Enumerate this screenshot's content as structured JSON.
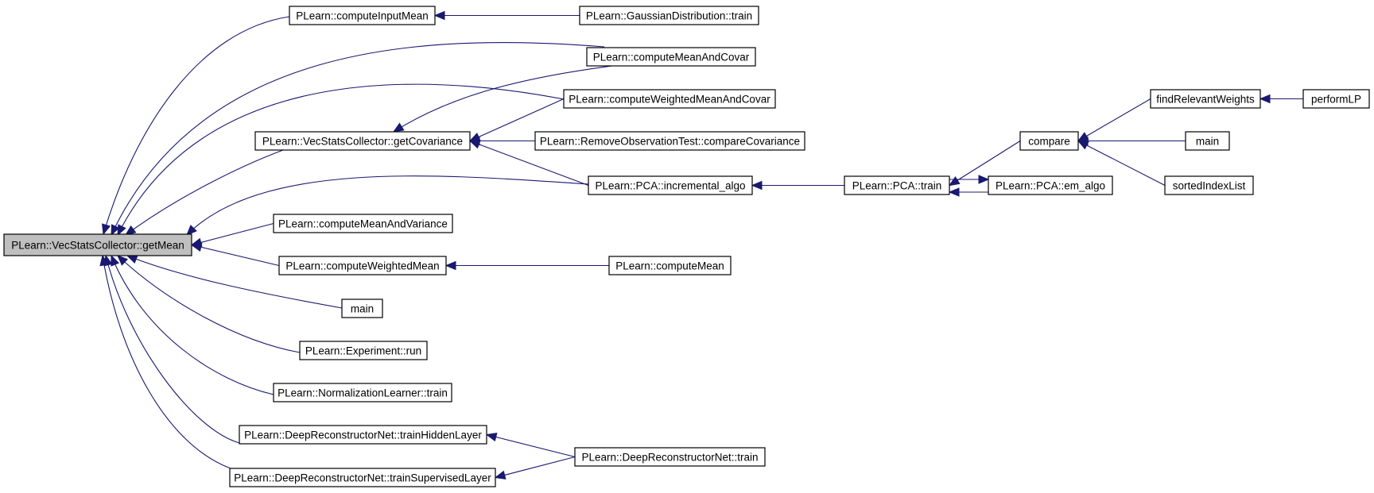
{
  "graph": {
    "edge_color": "#191970",
    "root_fill": "#bfbfbf",
    "nodes": [
      {
        "id": "root",
        "label": "PLearn::VecStatsCollector::getMean"
      },
      {
        "id": "cim",
        "label": "PLearn::computeInputMean"
      },
      {
        "id": "gdt",
        "label": "PLearn::GaussianDistribution::train"
      },
      {
        "id": "cmac",
        "label": "PLearn::computeMeanAndCovar"
      },
      {
        "id": "cwmac",
        "label": "PLearn::computeWeightedMeanAndCovar"
      },
      {
        "id": "gcov",
        "label": "PLearn::VecStatsCollector::getCovariance"
      },
      {
        "id": "rotc",
        "label": "PLearn::RemoveObservationTest::compareCovariance"
      },
      {
        "id": "pcaia",
        "label": "PLearn::PCA::incremental_algo"
      },
      {
        "id": "pcat",
        "label": "PLearn::PCA::train"
      },
      {
        "id": "pcaem",
        "label": "PLearn::PCA::em_algo"
      },
      {
        "id": "cmp",
        "label": "compare"
      },
      {
        "id": "frw",
        "label": "findRelevantWeights"
      },
      {
        "id": "plp",
        "label": "performLP"
      },
      {
        "id": "main2",
        "label": "main"
      },
      {
        "id": "sil",
        "label": "sortedIndexList"
      },
      {
        "id": "cmav",
        "label": "PLearn::computeMeanAndVariance"
      },
      {
        "id": "cwm",
        "label": "PLearn::computeWeightedMean"
      },
      {
        "id": "cm",
        "label": "PLearn::computeMean"
      },
      {
        "id": "main1",
        "label": "main"
      },
      {
        "id": "exr",
        "label": "PLearn::Experiment::run"
      },
      {
        "id": "nlt",
        "label": "PLearn::NormalizationLearner::train"
      },
      {
        "id": "drthl",
        "label": "PLearn::DeepReconstructorNet::trainHiddenLayer"
      },
      {
        "id": "drnt",
        "label": "PLearn::DeepReconstructorNet::train"
      },
      {
        "id": "drtsl",
        "label": "PLearn::DeepReconstructorNet::trainSupervisedLayer"
      }
    ],
    "edges": [
      {
        "from": "cim",
        "to": "root"
      },
      {
        "from": "cmac",
        "to": "root"
      },
      {
        "from": "cwmac",
        "to": "root"
      },
      {
        "from": "gcov",
        "to": "root"
      },
      {
        "from": "pcaia",
        "to": "root"
      },
      {
        "from": "cmav",
        "to": "root"
      },
      {
        "from": "cwm",
        "to": "root"
      },
      {
        "from": "main1",
        "to": "root"
      },
      {
        "from": "exr",
        "to": "root"
      },
      {
        "from": "nlt",
        "to": "root"
      },
      {
        "from": "drthl",
        "to": "root"
      },
      {
        "from": "drtsl",
        "to": "root"
      },
      {
        "from": "gdt",
        "to": "cim"
      },
      {
        "from": "cmac",
        "to": "gcov"
      },
      {
        "from": "cwmac",
        "to": "gcov"
      },
      {
        "from": "rotc",
        "to": "gcov"
      },
      {
        "from": "pcaia",
        "to": "gcov"
      },
      {
        "from": "pcat",
        "to": "pcaia"
      },
      {
        "from": "pcaem",
        "to": "pcat"
      },
      {
        "from": "pcat",
        "to": "pcaem"
      },
      {
        "from": "cmp",
        "to": "pcat"
      },
      {
        "from": "frw",
        "to": "cmp"
      },
      {
        "from": "main2",
        "to": "cmp"
      },
      {
        "from": "sil",
        "to": "cmp"
      },
      {
        "from": "plp",
        "to": "frw"
      },
      {
        "from": "cm",
        "to": "cwm"
      },
      {
        "from": "drnt",
        "to": "drthl"
      },
      {
        "from": "drnt",
        "to": "drtsl"
      }
    ]
  }
}
